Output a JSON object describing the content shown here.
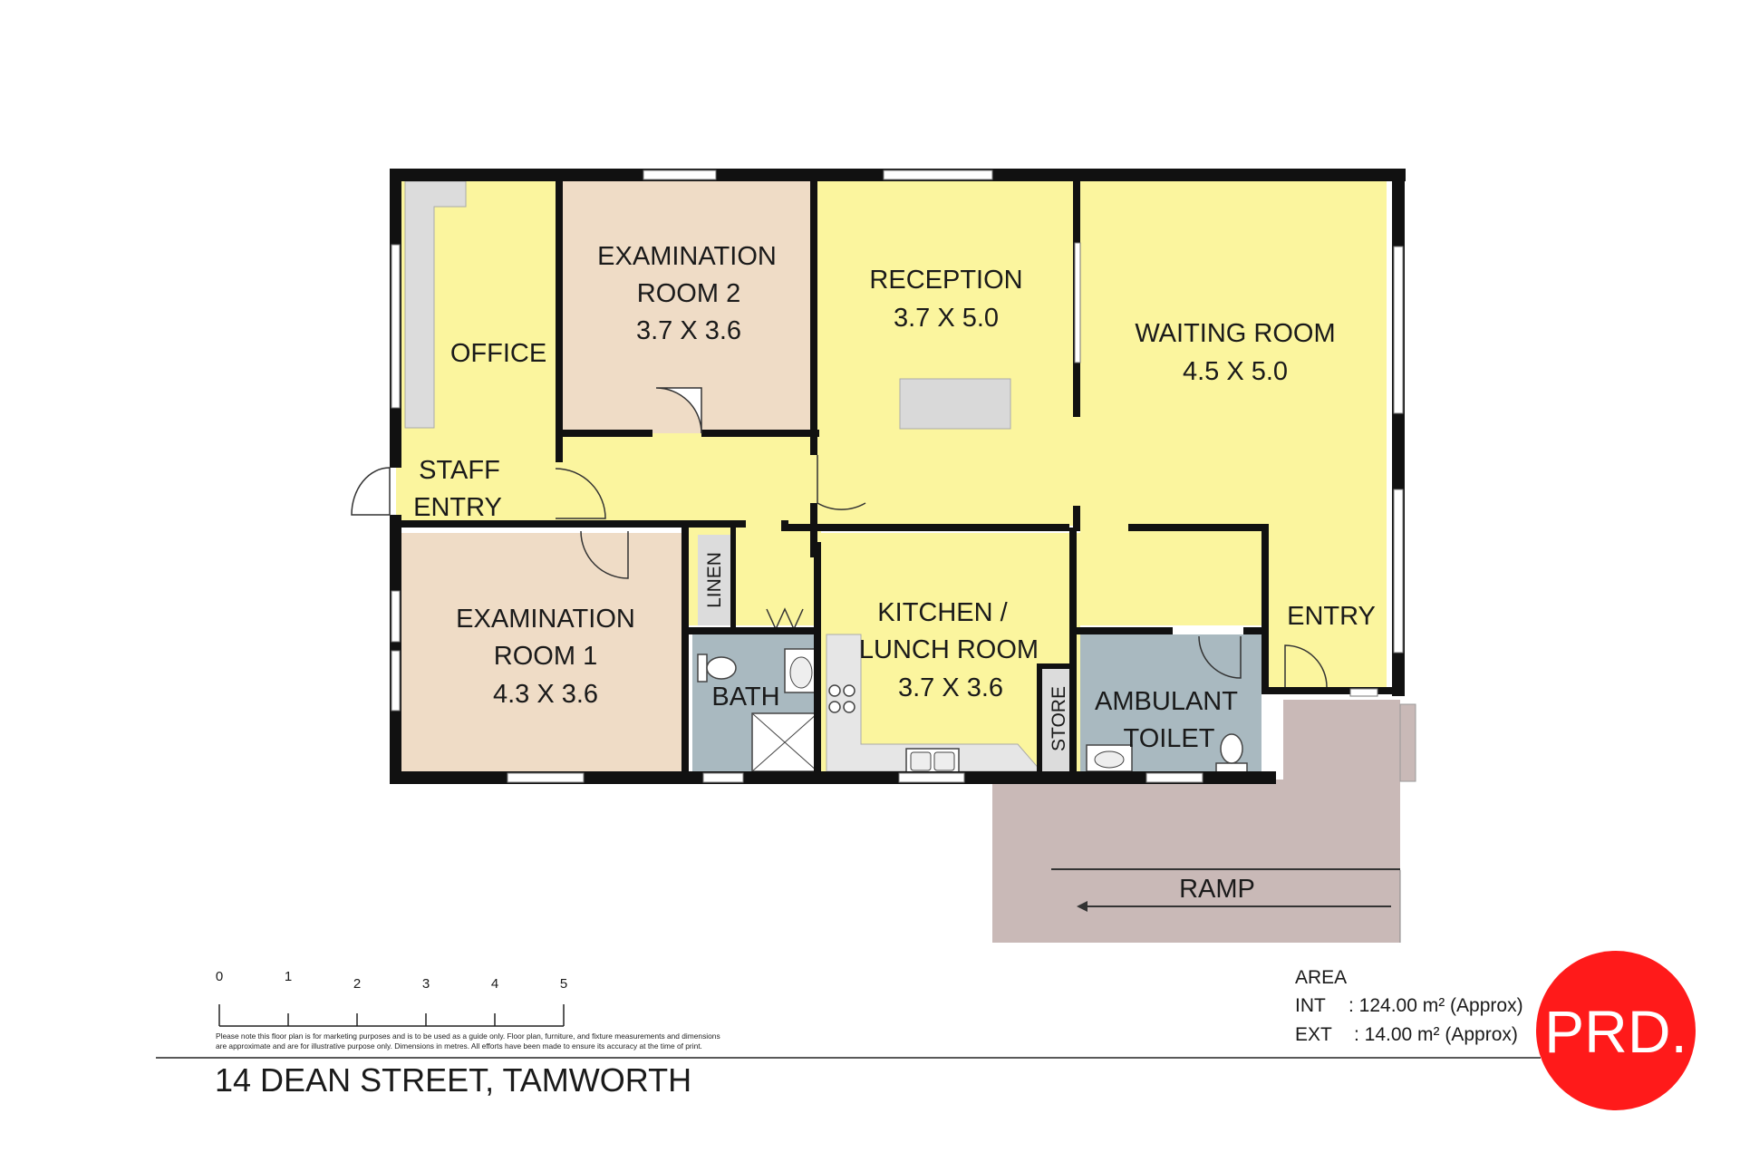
{
  "rooms": {
    "office": "OFFICE",
    "staff_entry": [
      "STAFF",
      "ENTRY"
    ],
    "exam2": [
      "EXAMINATION",
      "ROOM 2",
      "3.7 X 3.6"
    ],
    "reception": [
      "RECEPTION",
      "3.7 X 5.0"
    ],
    "waiting": [
      "WAITING ROOM",
      "4.5 X 5.0"
    ],
    "exam1": [
      "EXAMINATION",
      "ROOM 1",
      "4.3 X 3.6"
    ],
    "linen": "LINEN",
    "bath": "BATH",
    "kitchen": [
      "KITCHEN /",
      "LUNCH ROOM",
      "3.7 X 3.6"
    ],
    "store": "STORE",
    "ambulant": [
      "AMBULANT",
      "TOILET"
    ],
    "entry": "ENTRY",
    "ramp": "RAMP"
  },
  "scale": {
    "ticks": [
      "0",
      "1",
      "2",
      "3",
      "4",
      "5"
    ],
    "unit": "metres"
  },
  "disclaimer": [
    "Please note this floor plan is for marketing purposes and is to be used as a guide only. Floor plan, furniture, and fixture measurements and dimensions",
    "are approximate and are for illustrative purpose only. Dimensions in metres. All efforts have been made to ensure its accuracy at the time of print."
  ],
  "address": "14 DEAN STREET, TAMWORTH",
  "area": {
    "title": "AREA",
    "int_label": "INT",
    "int_value": ": 124.00 m² (Approx)",
    "ext_label": "EXT",
    "ext_value": ": 14.00 m² (Approx)"
  },
  "logo": {
    "text": "PRD.",
    "color": "#ff1a1a"
  },
  "colors": {
    "yellow_room": "#fbf59e",
    "beige_room": "#efdcc6",
    "wet_room": "#a9b9c0",
    "ramp": "#c9b9b7",
    "wall": "#111111"
  }
}
